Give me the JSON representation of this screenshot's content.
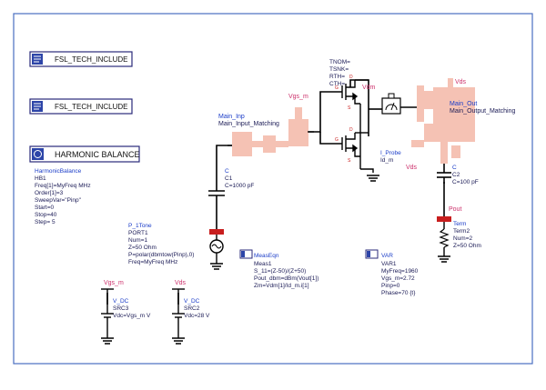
{
  "tech_includes": [
    "FSL_TECH_INCLUDE",
    "FSL_TECH_INCLUDE"
  ],
  "hb_box_label": "HARMONIC BALANCE",
  "hb_params": [
    "HarmonicBalance",
    "HB1",
    "Freq[1]=MyFreq MHz",
    "Order[1]=3",
    "SweepVar=\"Pinp\"",
    "Start=0",
    "Stop=40",
    "Step= 5"
  ],
  "input_match": {
    "label1": "Main_Inp",
    "label2": "Main_Input_Matching"
  },
  "output_match": {
    "label1": "Main_Out",
    "label2": "Main_Output_Matching"
  },
  "transistor_params": [
    "TNOM=",
    "TSNK=",
    "RTH=",
    "CTH="
  ],
  "wire_labels": {
    "vgs_m_top": "Vgs_m",
    "vdm_top": "Vdm",
    "vds_out_top": "Vds",
    "vds_out_bottom": "Vds",
    "pout": "Pout",
    "vgs_m_src": "Vgs_m",
    "vds_src": "Vds"
  },
  "pin_labels": {
    "g1": "G",
    "s1": "S",
    "d1": "D",
    "g2": "G",
    "s2": "S",
    "d2": "D"
  },
  "c1": [
    "C",
    "C1",
    "C=1000 pF"
  ],
  "c2": [
    "C",
    "C2",
    "C=100 pF"
  ],
  "probe": [
    "I_Probe",
    "Id_m"
  ],
  "port": [
    "P_1Tone",
    "PORT1",
    "Num=1",
    "Z=50 Ohm",
    "P=polar(dbmtow(Pinp),0)",
    "Freq=MyFreq MHz"
  ],
  "term": [
    "Term",
    "Term2",
    "Num=2",
    "Z=50 Ohm"
  ],
  "meas": {
    "badge": "MeasEqn",
    "lines": [
      "Meas1",
      "S_11=(Z-50)/(Z+50)",
      "Pout_dbm=dBm(Vout[1])",
      "Zm=Vdm[1]/Id_m.i[1]"
    ]
  },
  "var": {
    "badge": "VAR",
    "lines": [
      "VAR1",
      "MyFreq=1960",
      "Vgs_m=2.72",
      "Pinp=0",
      "Phase=70 {t}"
    ]
  },
  "src3": [
    "V_DC",
    "SRC3",
    "Vdc=Vgs_m V"
  ],
  "src2": [
    "V_DC",
    "SRC2",
    "Vdc=28 V"
  ],
  "colors": {
    "wire": "#000000",
    "label_blue": "#1a3cc8",
    "param_dark": "#1a1a55",
    "wire_pink": "#cc2f6a",
    "match_fill": "#f5c2b4",
    "frame": "#4a6fc0",
    "component_red": "#c81e1e"
  }
}
